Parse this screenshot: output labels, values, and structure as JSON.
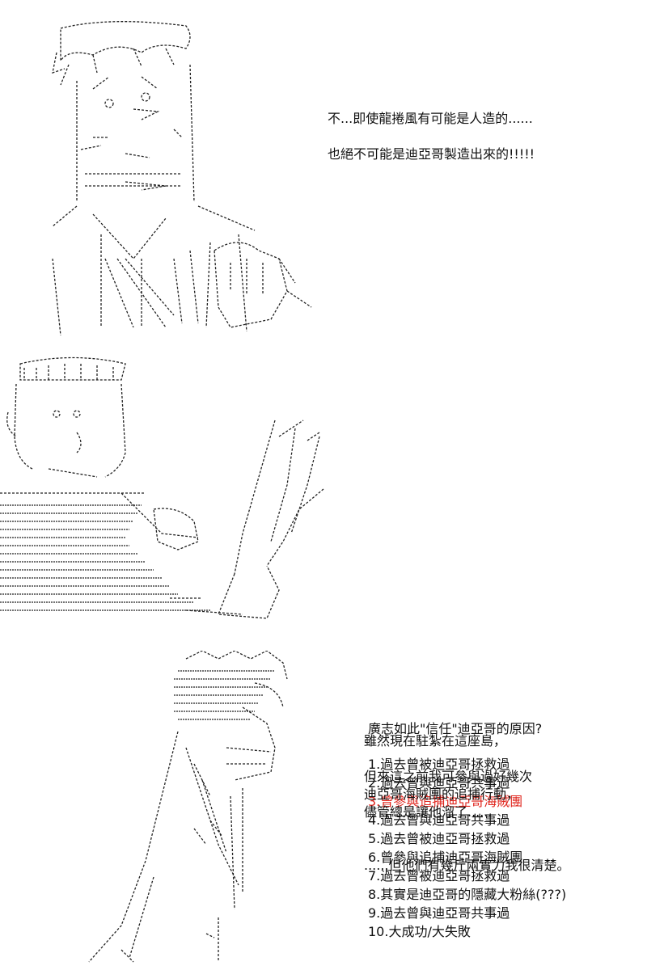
{
  "panel1": {
    "lines": [
      "不...即使龍捲風有可能是人造的......",
      "也絕不可能是迪亞哥製造出來的!!!!!"
    ]
  },
  "panel2": {
    "question": "廣志如此\"信任\"迪亞哥的原因?",
    "options": [
      "1.過去曾被迪亞哥拯救過",
      "2.過去曾與迪亞哥共事過",
      "3.曾參與追捕迪亞哥海賊團",
      "4.過去曾與迪亞哥共事過",
      "5.過去曾被迪亞哥拯救過",
      "6.曾參與追捕迪亞哥海賊團",
      "7.過去曾被迪亞哥拯救過",
      "8.其實是迪亞哥的隱藏大粉絲(???)",
      "9.過去曾與迪亞哥共事過",
      "10.大成功/大失敗"
    ],
    "highlight_color": "#e0261e"
  },
  "panel3": {
    "lines": [
      "雖然現在駐紮在這座島，",
      "但來這之前我可參與過好幾次",
      "迪亞哥海賊團的追捕行動，",
      "儘管總是讓他溜了......",
      "......但他們有幾斤兩實力我很清楚。"
    ]
  }
}
